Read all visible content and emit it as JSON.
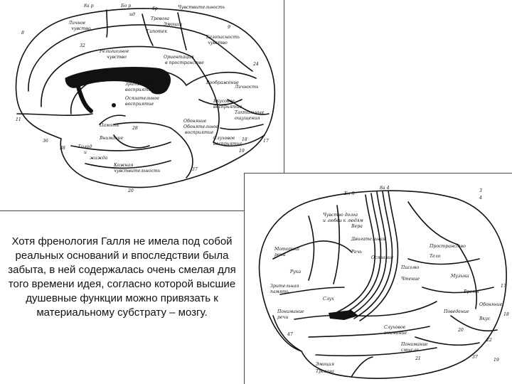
{
  "caption": "Хотя френология Галля не имела под собой реальных оснований и впоследствии была забыта, в ней содержалась очень смелая для того времени идея, согласно которой высшие душевные функции можно привязать к материальному субстрату – мозгу.",
  "medial_diagram": {
    "labels": [
      "8а р",
      "Бо р",
      "8",
      "бр",
      "Чувствительность",
      "ид",
      "Тревога",
      "Эмоция",
      "Личное",
      "чувство",
      "Гипотек",
      "9",
      "Безопасность",
      "чувство",
      "32",
      "Религиозное",
      "чувство",
      "Ориентация",
      "в пространстве",
      "24",
      "Воображение",
      "Личность",
      "Зрительное",
      "восприятие",
      "Осязательное",
      "восприятие",
      "Вкусовое",
      "восприятие",
      "Тактильные",
      "ощущения",
      "Память",
      "Внимание",
      "Обоняние",
      "Обонятельное",
      "восприятие",
      "Слуховое",
      "восприятие",
      "Кожная",
      "чувствительность",
      "36",
      "28",
      "18",
      "17",
      "19",
      "37",
      "38",
      "20",
      "Голод",
      "и",
      "жажда",
      "11"
    ]
  },
  "lateral_diagram": {
    "labels": [
      "Бл 8",
      "8а 4",
      "3",
      "4",
      "Чувство долга",
      "и любви к людям",
      "Вера",
      "Двигательная",
      "Моторика",
      "речи",
      "Речь",
      "Рука",
      "Осязание",
      "Зрительная",
      "память",
      "Понимание",
      "речи",
      "Письмо",
      "Чтение",
      "Пространство",
      "Тело",
      "Музыка",
      "Слух",
      "Время",
      "Поведение",
      "Обоняние",
      "Вкус",
      "Слуховое",
      "внимание",
      "Понимание",
      "смысла",
      "Эмоция",
      "Тревога",
      "47",
      "21",
      "20",
      "22",
      "37",
      "19",
      "18",
      "17"
    ]
  }
}
